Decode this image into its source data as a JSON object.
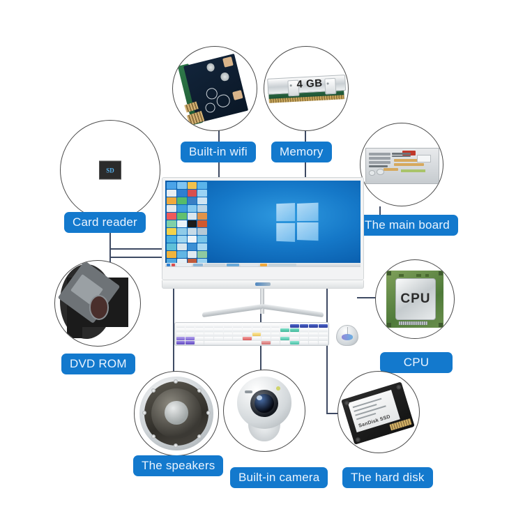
{
  "diagram": {
    "title": "All-in-one PC component callout diagram",
    "accent_color": "#1379cd",
    "line_color": "#3e4a63",
    "circle_border_color": "#4a4a4a",
    "background_color": "#ffffff"
  },
  "callouts": [
    {
      "id": "card-reader",
      "label": "Card reader",
      "art": "sd-card-slot"
    },
    {
      "id": "built-in-wifi",
      "label": "Built-in wifi",
      "art": "mini-pcie-wifi-card"
    },
    {
      "id": "memory",
      "label": "Memory",
      "art": "ram-module"
    },
    {
      "id": "main-board",
      "label": "The main board",
      "art": "motherboard"
    },
    {
      "id": "dvd-rom",
      "label": "DVD ROM",
      "art": "optical-drive"
    },
    {
      "id": "cpu",
      "label": "CPU",
      "art": "cpu-chip"
    },
    {
      "id": "speakers",
      "label": "The speakers",
      "art": "loudspeaker-driver"
    },
    {
      "id": "built-in-camera",
      "label": "Built-in camera",
      "art": "webcam"
    },
    {
      "id": "hard-disk",
      "label": "The hard disk",
      "art": "ssd-drive"
    }
  ],
  "art_text": {
    "sd_chip": "SD",
    "ram_capacity": "4 GB",
    "cpu_die": "CPU",
    "ssd_brand": "SanDisk SSD"
  },
  "center_device": {
    "name": "All-in-one desktop computer",
    "parts": [
      "monitor",
      "stand",
      "keyboard",
      "mouse"
    ],
    "screen": {
      "os": "Windows 10 desktop",
      "wallpaper": "windows-blue-logo"
    }
  }
}
